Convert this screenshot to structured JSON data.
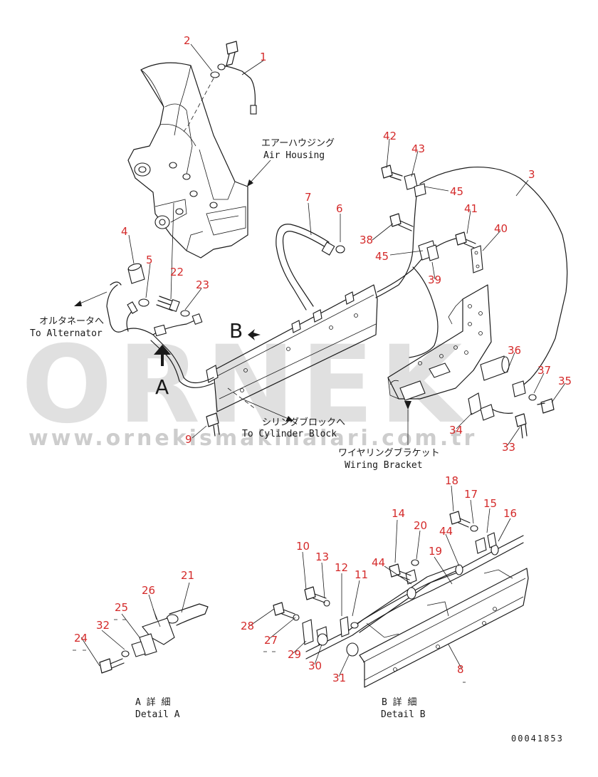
{
  "callouts": {
    "c1": "1",
    "c2": "2",
    "c3": "3",
    "c4": "4",
    "c5": "5",
    "c6": "6",
    "c7": "7",
    "c8": "8",
    "c9": "9",
    "c10": "10",
    "c11": "11",
    "c12": "12",
    "c13": "13",
    "c14": "14",
    "c15": "15",
    "c16": "16",
    "c17": "17",
    "c18": "18",
    "c19": "19",
    "c20": "20",
    "c21": "21",
    "c22": "22",
    "c23": "23",
    "c24": "24",
    "c25": "25",
    "c26": "26",
    "c27": "27",
    "c28": "28",
    "c29": "29",
    "c30": "30",
    "c31": "31",
    "c32": "32",
    "c33": "33",
    "c34": "34",
    "c35": "35",
    "c36": "36",
    "c37": "37",
    "c38": "38",
    "c39": "39",
    "c40": "40",
    "c41": "41",
    "c42": "42",
    "c43": "43",
    "c44a": "44",
    "c44b": "44",
    "c45a": "45",
    "c45b": "45"
  },
  "labels": {
    "air_housing_jp": "エアーハウジング",
    "air_housing_en": "Air Housing",
    "alternator_jp": "オルタネータへ",
    "alternator_en": "To Alternator",
    "cylinder_jp": "シリンダブロックへ",
    "cylinder_en": "To Cylinder Block",
    "wiring_jp": "ワイヤリングブラケット",
    "wiring_en": "Wiring Bracket",
    "detail_a_jp": "A 詳 細",
    "detail_a_en": "Detail A",
    "detail_b_jp": "B 詳 細",
    "detail_b_en": "Detail B"
  },
  "view_letters": {
    "a": "A",
    "b": "B"
  },
  "drawing_code": "00041853",
  "watermark": {
    "brand": "ORNEK",
    "url": "www.ornekismakinalari.com.tr"
  },
  "colors": {
    "callout": "#d42a2a",
    "line": "#1a1a1a",
    "watermark": "#c8c8c8"
  }
}
